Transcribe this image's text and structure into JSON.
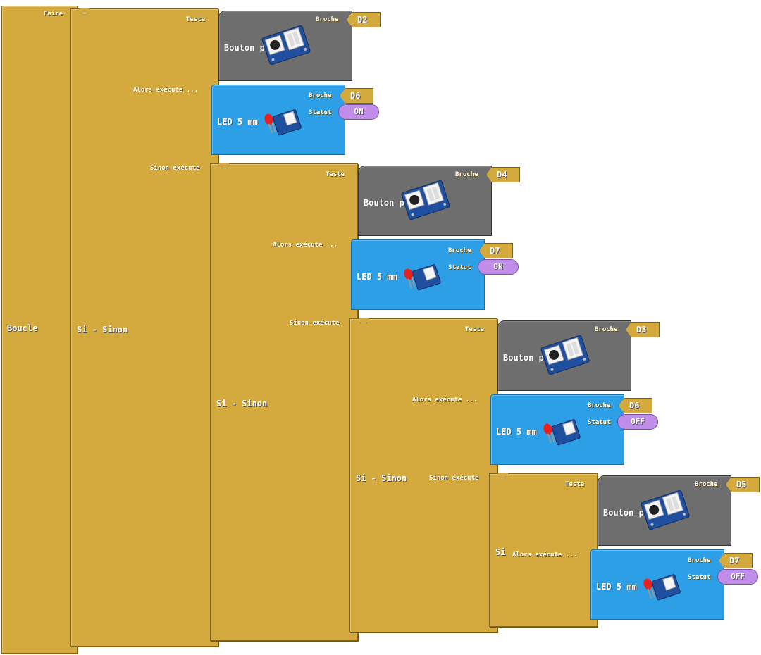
{
  "loop": {
    "title": "Boucle",
    "do_label": "Faire"
  },
  "if_else": {
    "title": "Si - Sinon",
    "test_label": "Teste",
    "then_label": "Alors exécute ...",
    "else_label": "Sinon exécute"
  },
  "if_block": {
    "title": "Si"
  },
  "button": {
    "label": "Bouton poussoir",
    "pin_label": "Broche"
  },
  "led": {
    "label": "LED 5 mm",
    "pin_label": "Broche",
    "status_label": "Statut"
  },
  "conditions": [
    {
      "pin": "D2",
      "led_pin": "D6",
      "led_state": "ON"
    },
    {
      "pin": "D4",
      "led_pin": "D7",
      "led_state": "ON"
    },
    {
      "pin": "D3",
      "led_pin": "D6",
      "led_state": "OFF"
    },
    {
      "pin": "D5",
      "led_pin": "D7",
      "led_state": "OFF"
    }
  ],
  "colors": {
    "control": "#d4a93e",
    "sensor": "#6e6e6e",
    "actuator": "#2d9fe6",
    "state": "#c08ee8"
  }
}
